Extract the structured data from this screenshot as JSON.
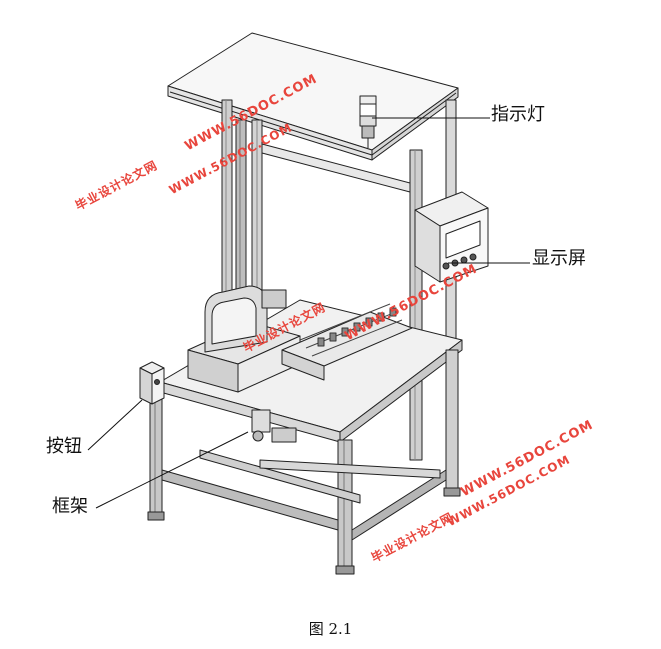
{
  "labels": {
    "indicator": "指示灯",
    "display": "显示屏",
    "button": "按钮",
    "frame": "框架"
  },
  "caption": "图 2.1",
  "watermark": {
    "url": "WWW.56DOC.COM",
    "cn": "毕业设计论文网",
    "color": "#e8453c"
  }
}
